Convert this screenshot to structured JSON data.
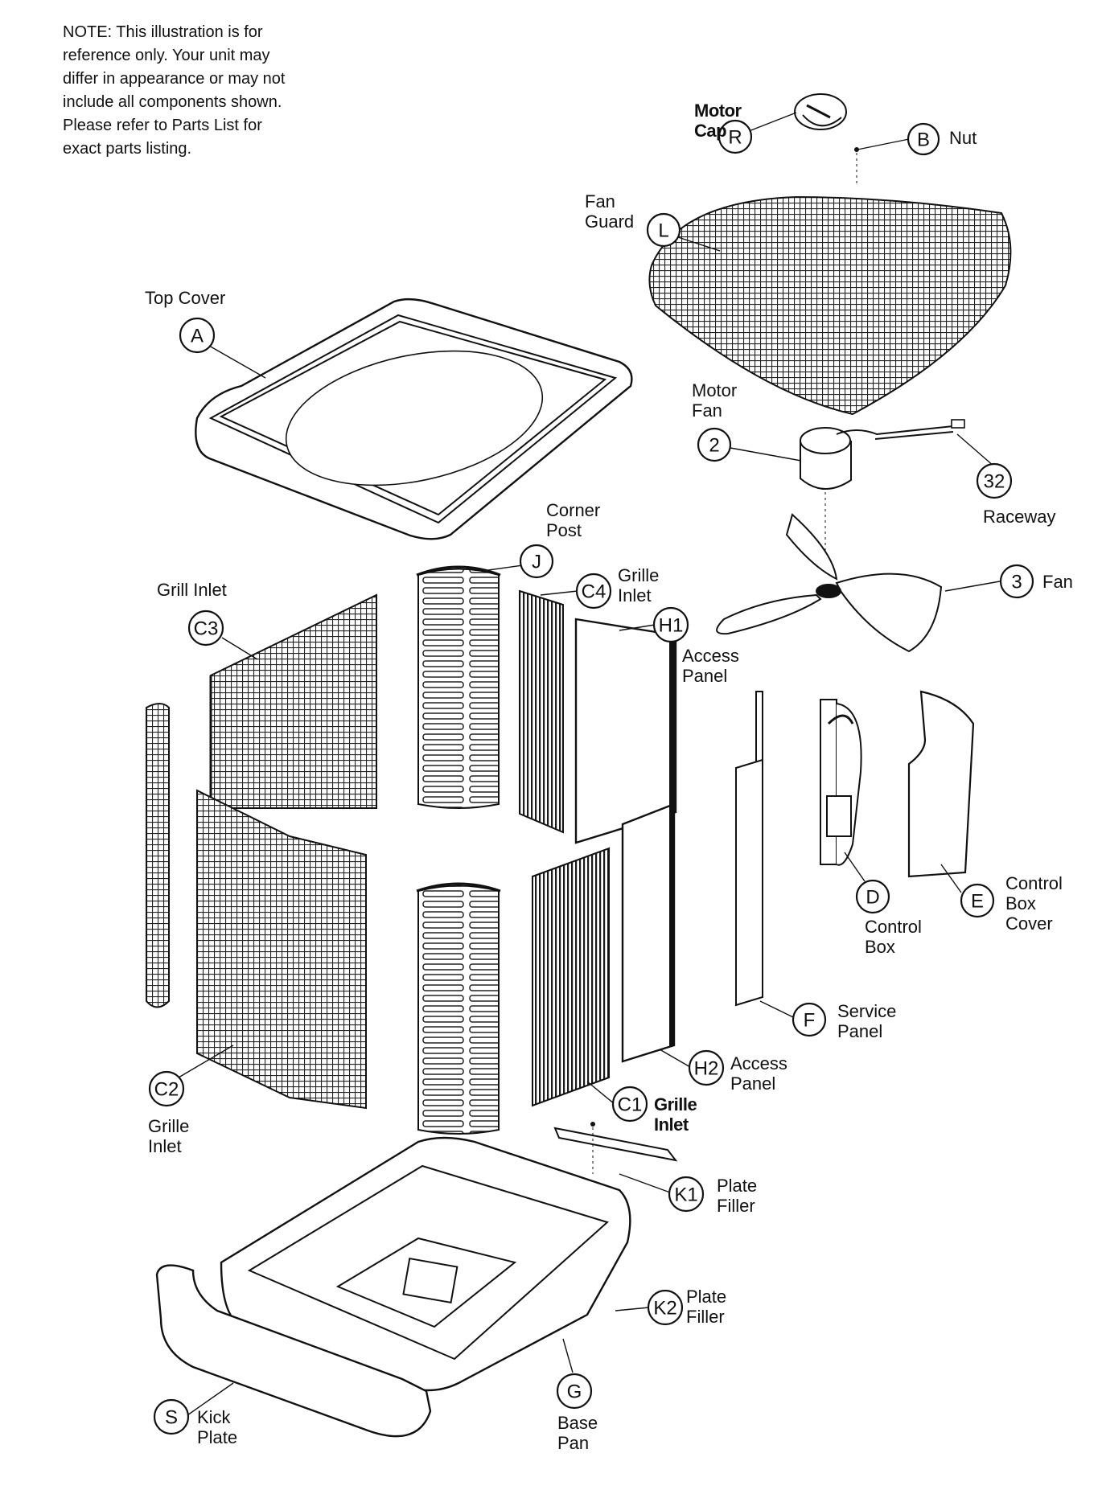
{
  "note": {
    "lines": [
      "NOTE: This illustration is for",
      "reference only.  Your unit may",
      "differ in appearance or may not",
      "include all components shown.",
      "Please refer to Parts List for",
      "exact parts listing."
    ]
  },
  "callouts": {
    "R": "R",
    "B": "B",
    "L": "L",
    "A": "A",
    "two": "2",
    "thirtytwo": "32",
    "J": "J",
    "C4": "C4",
    "H1": "H1",
    "C3": "C3",
    "three": "3",
    "D": "D",
    "E": "E",
    "F": "F",
    "H2": "H2",
    "C2": "C2",
    "C1": "C1",
    "K1": "K1",
    "K2": "K2",
    "S": "S",
    "G": "G"
  },
  "labels": {
    "motor_cap": [
      "Motor",
      "Cap"
    ],
    "nut": "Nut",
    "fan_guard": [
      "Fan",
      "Guard"
    ],
    "top_cover": "Top Cover",
    "motor_fan": [
      "Motor",
      "Fan"
    ],
    "raceway": "Raceway",
    "corner_post": [
      "Corner",
      "Post"
    ],
    "grill_inlet_c3": "Grill Inlet",
    "grille_inlet_c4": [
      "Grille",
      "Inlet"
    ],
    "access_panel_h1": [
      "Access",
      "Panel"
    ],
    "fan": "Fan",
    "control_box": [
      "Control",
      "Box"
    ],
    "control_box_cover": [
      "Control",
      "Box",
      "Cover"
    ],
    "service_panel": [
      "Service",
      "Panel"
    ],
    "access_panel_h2": [
      "Access",
      "Panel"
    ],
    "grille_inlet_c2": [
      "Grille",
      "Inlet"
    ],
    "grille_inlet_c1": [
      "Grille",
      "Inlet"
    ],
    "plate_filler_k1": [
      "Plate",
      "Filler"
    ],
    "plate_filler_k2": [
      "Plate",
      "Filler"
    ],
    "kick_plate": [
      "Kick",
      "Plate"
    ],
    "base_pan": [
      "Base",
      "Pan"
    ]
  }
}
